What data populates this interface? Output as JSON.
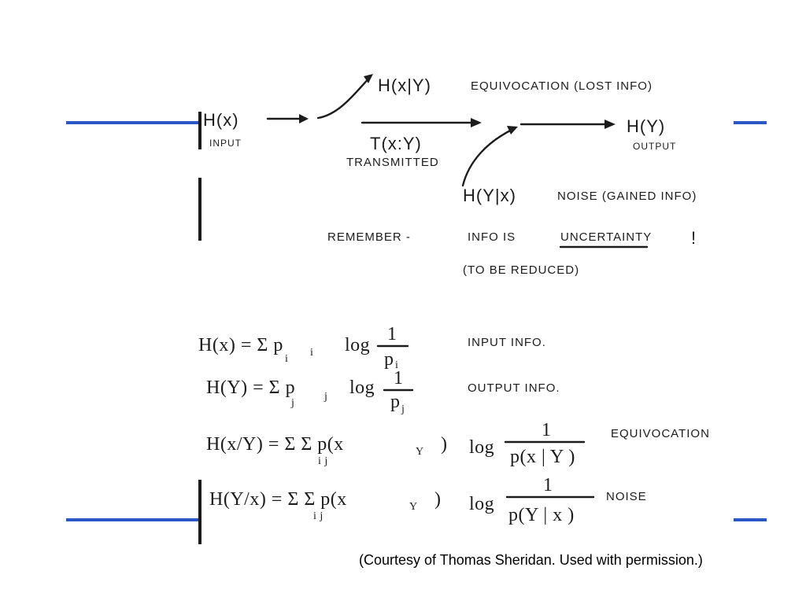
{
  "colors": {
    "rule": "#2a56c6",
    "ink": "#1c1c1c",
    "background": "#ffffff"
  },
  "diagram": {
    "hx": "H(x)",
    "input": "INPUT",
    "hxy": "H(x|Y)",
    "equivocation_lost": "EQUIVOCATION (LOST INFO)",
    "txy": "T(x:Y)",
    "transmitted": "TRANSMITTED",
    "hy": "H(Y)",
    "output": "OUTPUT",
    "hyx": "H(Y|x)",
    "noise_gained": "NOISE (GAINED INFO)",
    "remember": "REMEMBER -",
    "info_is": "INFO IS",
    "uncertainty": "UNCERTAINTY",
    "exclaim": "!",
    "to_be_reduced": "(TO BE REDUCED)"
  },
  "equations": [
    {
      "lhs": "H(x) = Σ p",
      "lhs_sub": "i",
      "log": "log",
      "num": "1",
      "den": "p",
      "den_sub": "i",
      "sum_sub": "i",
      "label": "INPUT INFO."
    },
    {
      "lhs": "H(Y) = Σ p",
      "lhs_sub": "j",
      "log": "log",
      "num": "1",
      "den": "p",
      "den_sub": "j",
      "sum_sub": "j",
      "label": "OUTPUT INFO."
    },
    {
      "lhs": "H(x/Y) = Σ Σ p(x",
      "mid": "Y",
      "tail": ")",
      "log": "log",
      "num": "1",
      "den": "p(x | Y )",
      "sums_sub": "i   j",
      "label": "EQUIVOCATION"
    },
    {
      "lhs": "H(Y/x) = Σ Σ p(x",
      "mid": "Y",
      "tail": ")",
      "log": "log",
      "num": "1",
      "den": "p(Y | x )",
      "sums_sub": "i   j",
      "label": "NOISE"
    }
  ],
  "caption": "(Courtesy of Thomas Sheridan. Used with permission.)"
}
